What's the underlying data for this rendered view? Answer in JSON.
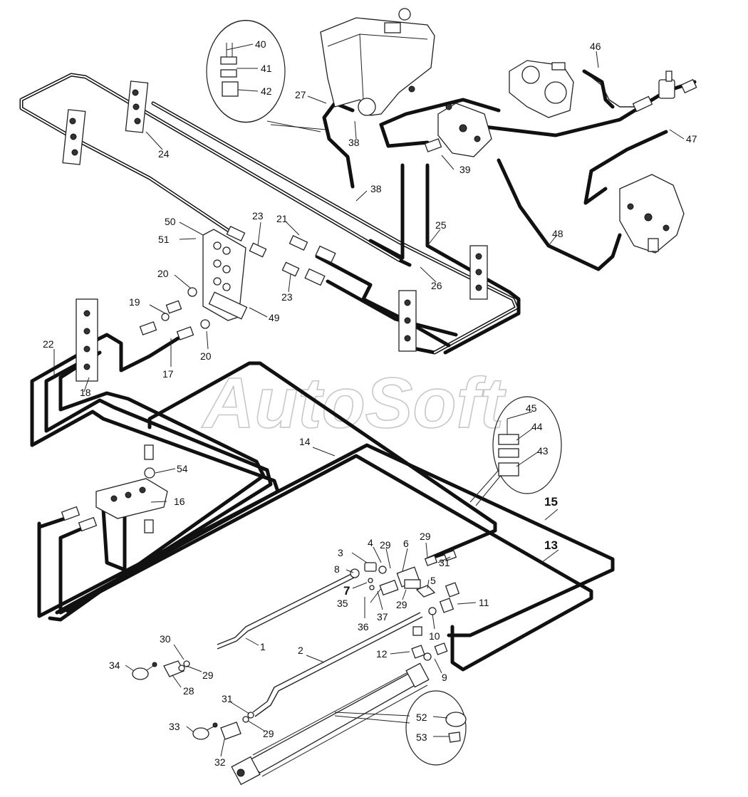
{
  "watermark": "AutoSoft",
  "callouts": {
    "c1": "1",
    "c2": "2",
    "c3": "3",
    "c4": "4",
    "c5": "5",
    "c6": "6",
    "c7": "7",
    "c8": "8",
    "c9": "9",
    "c10": "10",
    "c11": "11",
    "c12": "12",
    "c13": "13",
    "c14": "14",
    "c15": "15",
    "c16": "16",
    "c17": "17",
    "c18": "18",
    "c19": "19",
    "c20": "20",
    "c21": "21",
    "c22": "22",
    "c23": "23",
    "c24": "24",
    "c25": "25",
    "c26": "26",
    "c27": "27",
    "c28": "28",
    "c29": "29",
    "c30": "30",
    "c31": "31",
    "c32": "32",
    "c33": "33",
    "c34": "34",
    "c35": "35",
    "c36": "36",
    "c37": "37",
    "c38": "38",
    "c39": "39",
    "c40": "40",
    "c41": "41",
    "c42": "42",
    "c43": "43",
    "c44": "44",
    "c45": "45",
    "c46": "46",
    "c47": "47",
    "c48": "48",
    "c49": "49",
    "c50": "50",
    "c51": "51",
    "c52": "52",
    "c53": "53",
    "c54": "54"
  }
}
